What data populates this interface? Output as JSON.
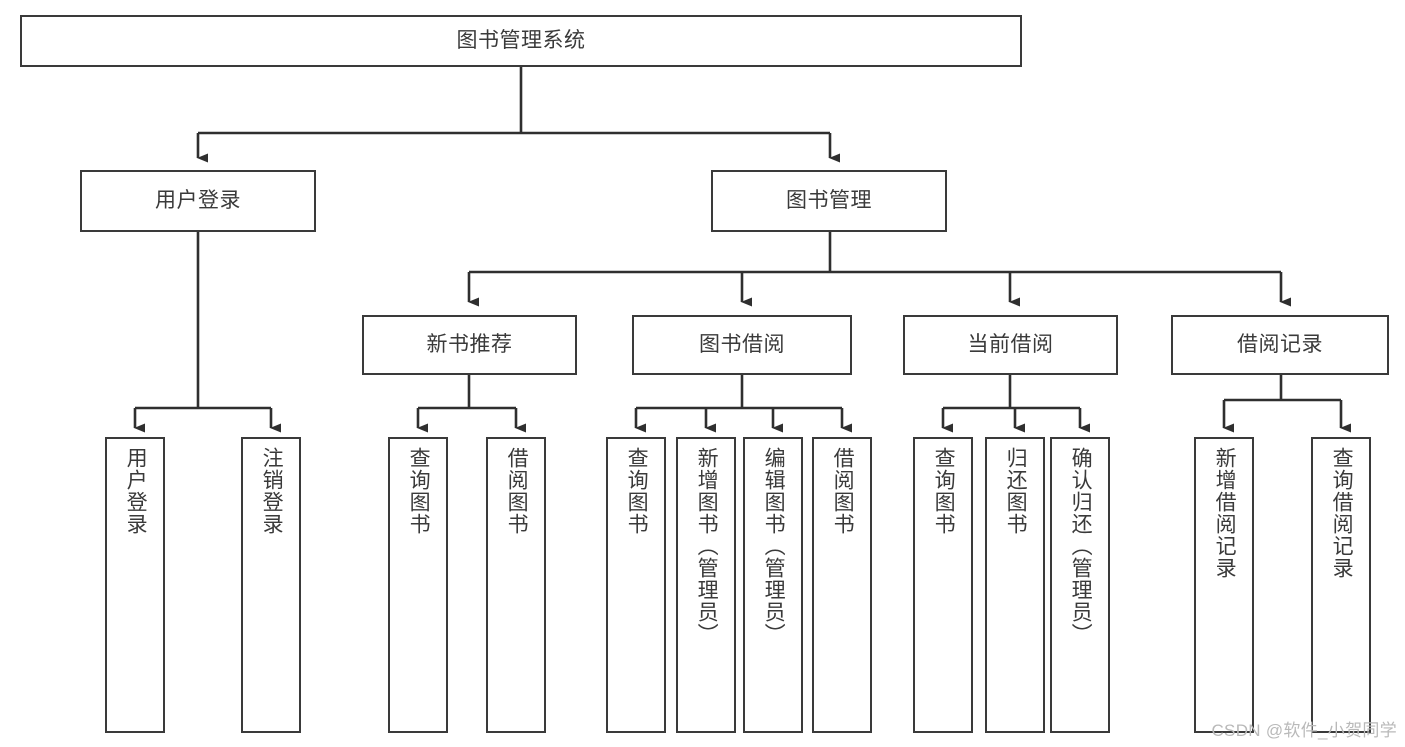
{
  "diagram": {
    "type": "tree-hierarchy-chart",
    "title": "图书管理系统",
    "theme": {
      "background": "#ffffff",
      "box_border": "#3a3a3a",
      "box_fill": "#ffffff",
      "text": "#3a3a3a",
      "connector": "#2f2f2f",
      "watermark": "#b9b9b9"
    },
    "levels": [
      {
        "level": 1,
        "nodes": [
          {
            "id": "root",
            "label": "图书管理系统"
          }
        ]
      },
      {
        "level": 2,
        "nodes": [
          {
            "id": "login",
            "label": "用户登录"
          },
          {
            "id": "book-mgmt",
            "label": "图书管理"
          }
        ]
      },
      {
        "level": 3,
        "nodes": [
          {
            "id": "new-book-rec",
            "label": "新书推荐"
          },
          {
            "id": "book-borrow",
            "label": "图书借阅"
          },
          {
            "id": "current-borrow",
            "label": "当前借阅"
          },
          {
            "id": "borrow-record",
            "label": "借阅记录"
          }
        ]
      },
      {
        "level": 4,
        "nodes": [
          {
            "id": "leaf-user-login",
            "label": "用户登录",
            "parent": "login"
          },
          {
            "id": "leaf-user-logout",
            "label": "注销登录",
            "parent": "login"
          },
          {
            "id": "leaf-query-book-1",
            "label": "查询图书",
            "parent": "new-book-rec"
          },
          {
            "id": "leaf-borrow-book-1",
            "label": "借阅图书",
            "parent": "new-book-rec"
          },
          {
            "id": "leaf-query-book-2",
            "label": "查询图书",
            "parent": "book-borrow"
          },
          {
            "id": "leaf-add-book",
            "label": "新增图书（管理员）",
            "parent": "book-borrow"
          },
          {
            "id": "leaf-edit-book",
            "label": "编辑图书（管理员）",
            "parent": "book-borrow"
          },
          {
            "id": "leaf-borrow-book-2",
            "label": "借阅图书",
            "parent": "book-borrow"
          },
          {
            "id": "leaf-query-book-3",
            "label": "查询图书",
            "parent": "current-borrow"
          },
          {
            "id": "leaf-return-book",
            "label": "归还图书",
            "parent": "current-borrow"
          },
          {
            "id": "leaf-confirm-return",
            "label": "确认归还（管理员）",
            "parent": "current-borrow"
          },
          {
            "id": "leaf-add-record",
            "label": "新增借阅记录",
            "parent": "borrow-record"
          },
          {
            "id": "leaf-query-record",
            "label": "查询借阅记录",
            "parent": "borrow-record"
          }
        ]
      }
    ]
  },
  "watermark": {
    "text": "CSDN @软件_小贺同学"
  }
}
